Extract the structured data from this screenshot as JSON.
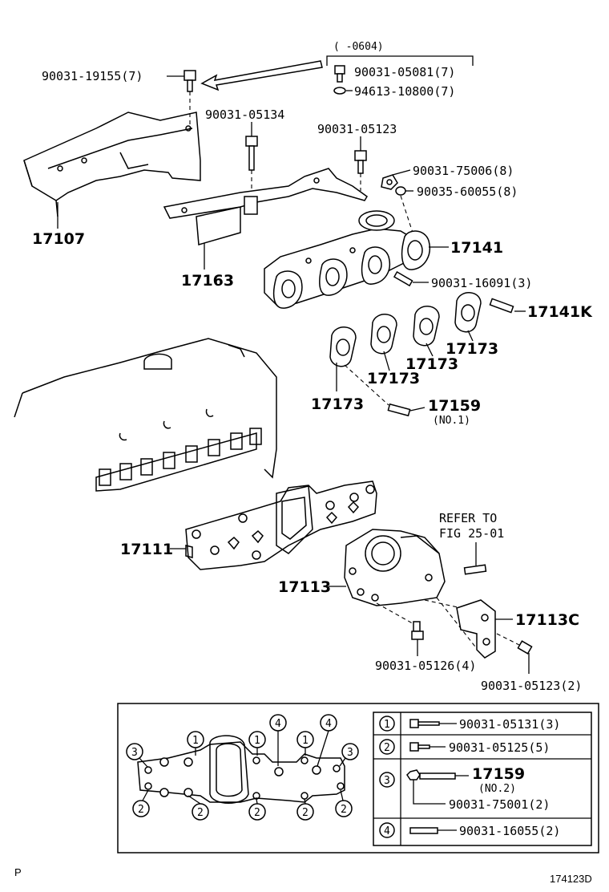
{
  "callouts": {
    "bolt_top_left": "90031-19155(7)",
    "date_range": "(      -0604)",
    "bolt_05081": "90031-05081(7)",
    "washer_94613": "94613-10800(7)",
    "bolt_05134": "90031-05134",
    "bolt_05123_top": "90031-05123",
    "nut_75006": "90031-75006(8)",
    "washer_60055": "90035-60055(8)",
    "insulator_17107": "17107",
    "insulator_17163": "17163",
    "exhaust_manifold": "17141",
    "stud_16091": "90031-16091(3)",
    "stud_17141k": "17141K",
    "gasket_a": "17173",
    "gasket_b": "17173",
    "gasket_c": "17173",
    "gasket_d": "17173",
    "stud_17159": "17159",
    "stud_17159_note": "(NO.1)",
    "refer_line1": "REFER TO",
    "refer_line2": "FIG 25-01",
    "intake_manifold": "17111",
    "intake_connector": "17113",
    "bracket_17113c": "17113C",
    "bolt_05126": "90031-05126(4)",
    "bolt_05123_bottom": "90031-05123(2)"
  },
  "legend": {
    "markers": {
      "one": "1",
      "two": "2",
      "three": "3",
      "four": "4"
    },
    "rows": [
      {
        "num": "1",
        "part": "90031-05131(3)"
      },
      {
        "num": "2",
        "part": "90031-05125(5)"
      },
      {
        "num": "3",
        "part": "17159",
        "note": "(NO.2)",
        "part2": "90031-75001(2)"
      },
      {
        "num": "4",
        "part": "90031-16055(2)"
      }
    ]
  },
  "footer": {
    "left_mark": "P",
    "figure_code": "174123D"
  }
}
